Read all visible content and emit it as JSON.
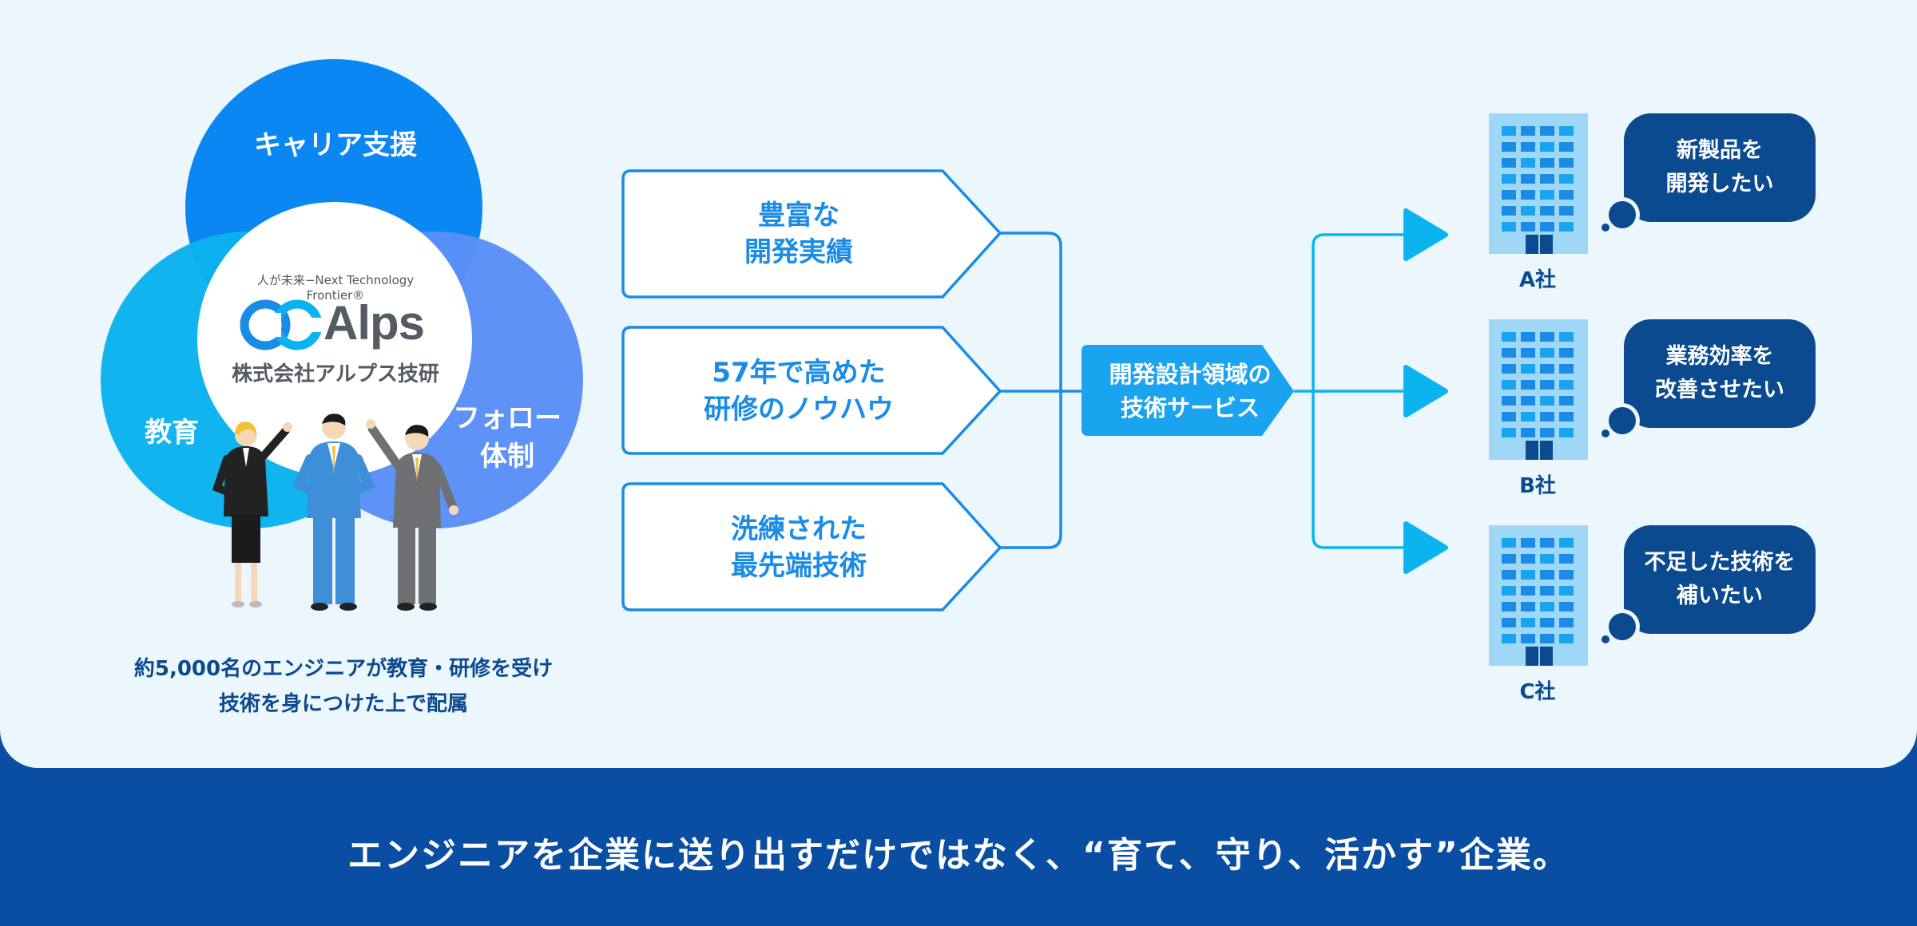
{
  "venn": {
    "career_label": "キャリア支援",
    "education_label": "教育",
    "follow_label_line1": "フォロー",
    "follow_label_line2": "体制",
    "colors": {
      "career": "#0b87f3",
      "education": "#0ab2ef",
      "follow": "#5a8ef7"
    }
  },
  "logo": {
    "tagline": "人が未来−Next Technology Frontier®",
    "wordmark": "Alps",
    "company": "株式会社アルプス技研"
  },
  "caption": {
    "line1": "約5,000名のエンジニアが教育・研修を受け",
    "line2": "技術を身につけた上で配属"
  },
  "features": [
    {
      "line1": "豊富な",
      "line2": "開発実績"
    },
    {
      "line1": "57年で高めた",
      "line2": "研修のノウハウ"
    },
    {
      "line1": "洗練された",
      "line2": "最先端技術"
    }
  ],
  "hub": {
    "line1": "開発設計領域の",
    "line2": "技術サービス"
  },
  "companies": [
    {
      "label": "A社",
      "need_line1": "新製品を",
      "need_line2": "開発したい"
    },
    {
      "label": "B社",
      "need_line1": "業務効率を",
      "need_line2": "改善させたい"
    },
    {
      "label": "C社",
      "need_line1": "不足した技術を",
      "need_line2": "補いたい"
    }
  ],
  "banner": {
    "text": "エンジニアを企業に送り出すだけではなく、“育て、守り、活かす”企業。"
  },
  "colors": {
    "accent_blue": "#1a8be6",
    "navy": "#0b4a8f",
    "panel_bg": "#ebf6fd",
    "banner_bg": "#0a4ea3",
    "arrow_cyan": "#0cb4ef"
  }
}
